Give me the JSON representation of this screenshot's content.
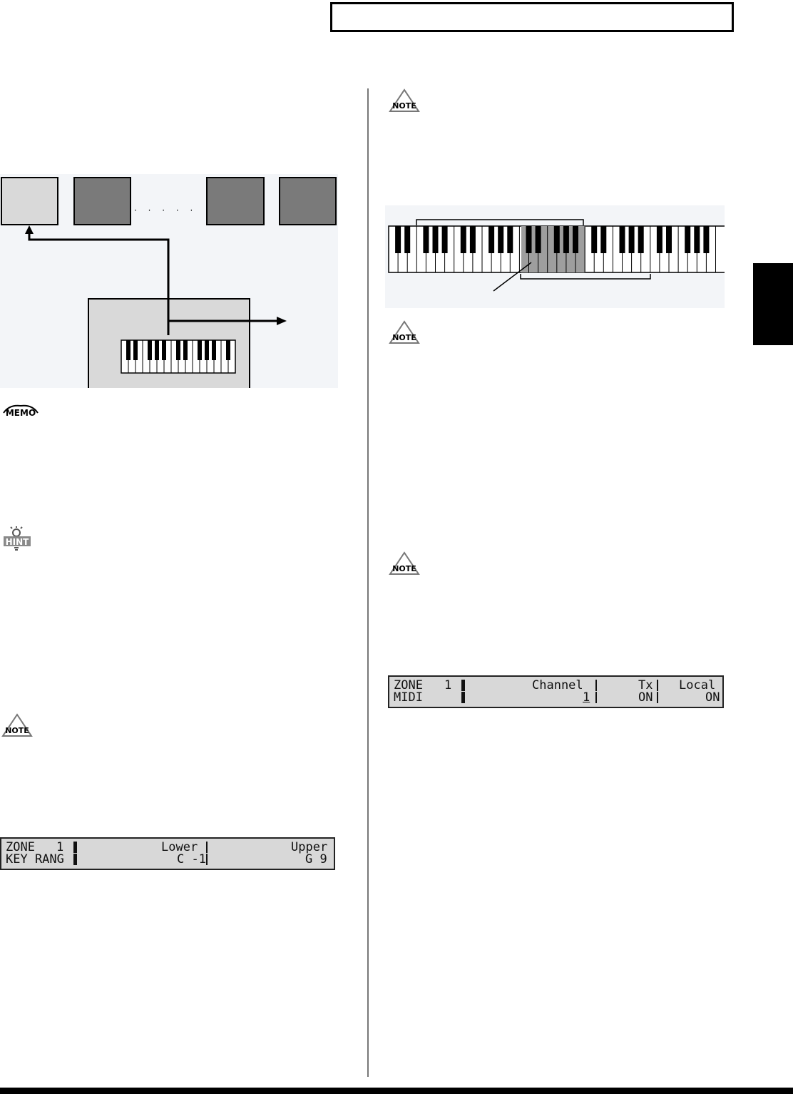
{
  "lcd_key_range": {
    "row1": {
      "label": "ZONE",
      "zone": "1",
      "lower": "Lower",
      "upper": "Upper"
    },
    "row2": {
      "label": "KEY RANG",
      "lower_value": "C -1",
      "upper_value": "G 9"
    }
  },
  "lcd_midi": {
    "row1": {
      "label": "ZONE",
      "zone": "1",
      "channel": "Channel",
      "tx": "Tx",
      "local": "Local"
    },
    "row2": {
      "label": "MIDI",
      "channel_value": "1",
      "tx_value": "ON",
      "local_value": "ON"
    }
  },
  "badges": {
    "memo": "MEMO",
    "hint": "HINT",
    "note": "NOTE"
  },
  "diagram": {
    "dots": "· · · · ·"
  },
  "colors": {
    "panel_light": "#d9d9d9",
    "panel_dark": "#7a7a7a",
    "range_highlight": "#9e9e9e",
    "background_tint": "#f3f5f8"
  }
}
